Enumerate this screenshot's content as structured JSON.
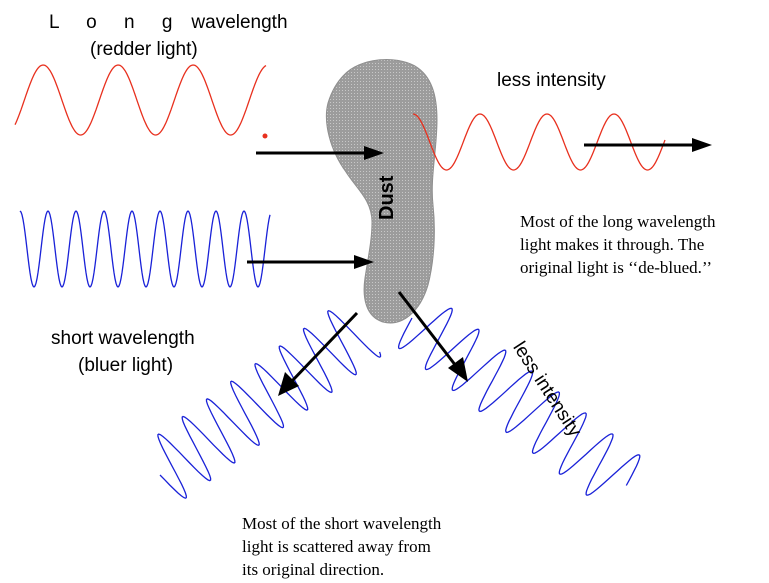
{
  "labels": {
    "long_word": "L o n g",
    "long_wavelength": "wavelength",
    "redder_light": "(redder light)",
    "short_wavelength": "short wavelength",
    "bluer_light": "(bluer light)",
    "dust": "Dust",
    "less_intensity_top": "less intensity",
    "less_intensity_scattered": "less intensity"
  },
  "captions": {
    "transmitted": [
      "Most of the long wavelength",
      "light makes it through.  The",
      "original light is ‘‘de-blued.’’"
    ],
    "scattered": [
      "Most of the short wavelength",
      "light is scattered away from",
      "its original direction."
    ]
  },
  "colors": {
    "red_wave": "#e8301e",
    "blue_wave": "#1a22d8",
    "dust_fill": "#a3a3a3",
    "arrow": "#000000"
  }
}
